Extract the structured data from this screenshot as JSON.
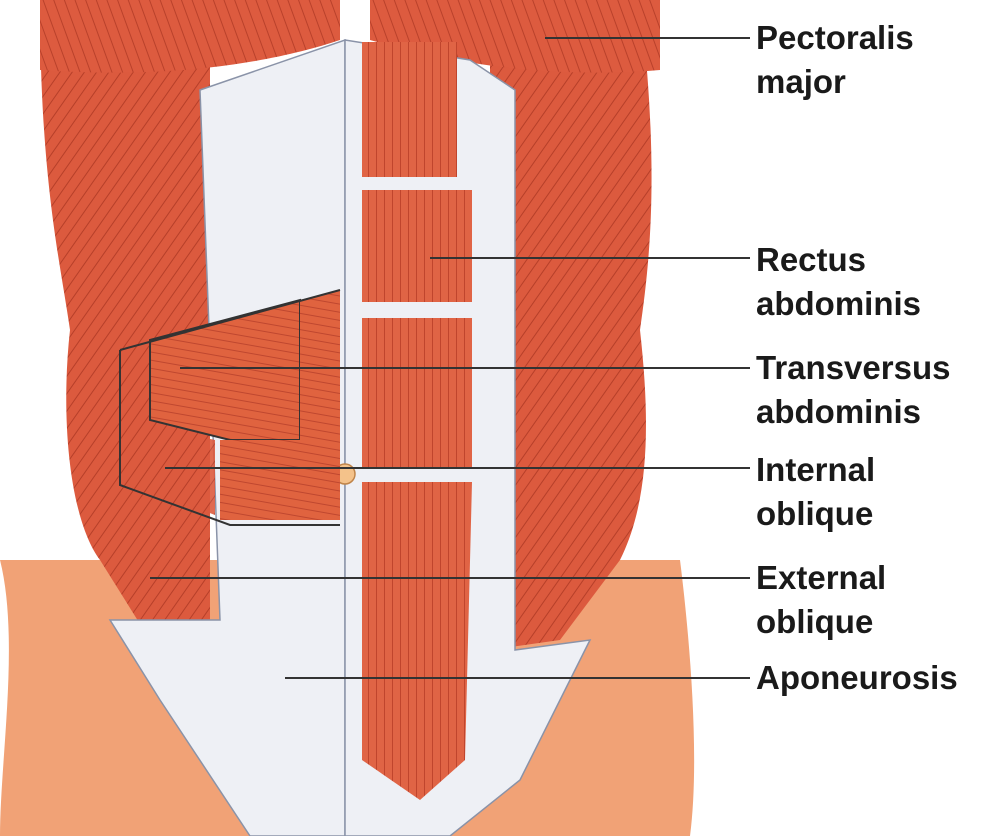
{
  "colors": {
    "muscle": "#d8553a",
    "muscle_dark": "#b23a25",
    "fascia": "#eceff4",
    "skin": "#f3a97a",
    "line": "#333333"
  },
  "labels": [
    {
      "id": "pectoralis-major",
      "lines": [
        "Pectoralis",
        "major"
      ]
    },
    {
      "id": "rectus-abdominis",
      "lines": [
        "Rectus",
        "abdominis"
      ]
    },
    {
      "id": "transversus-abdominis",
      "lines": [
        "Transversus",
        "abdominis"
      ]
    },
    {
      "id": "internal-oblique",
      "lines": [
        "Internal",
        "oblique"
      ]
    },
    {
      "id": "external-oblique",
      "lines": [
        "External",
        "oblique"
      ]
    },
    {
      "id": "aponeurosis",
      "lines": [
        "Aponeurosis"
      ]
    }
  ]
}
